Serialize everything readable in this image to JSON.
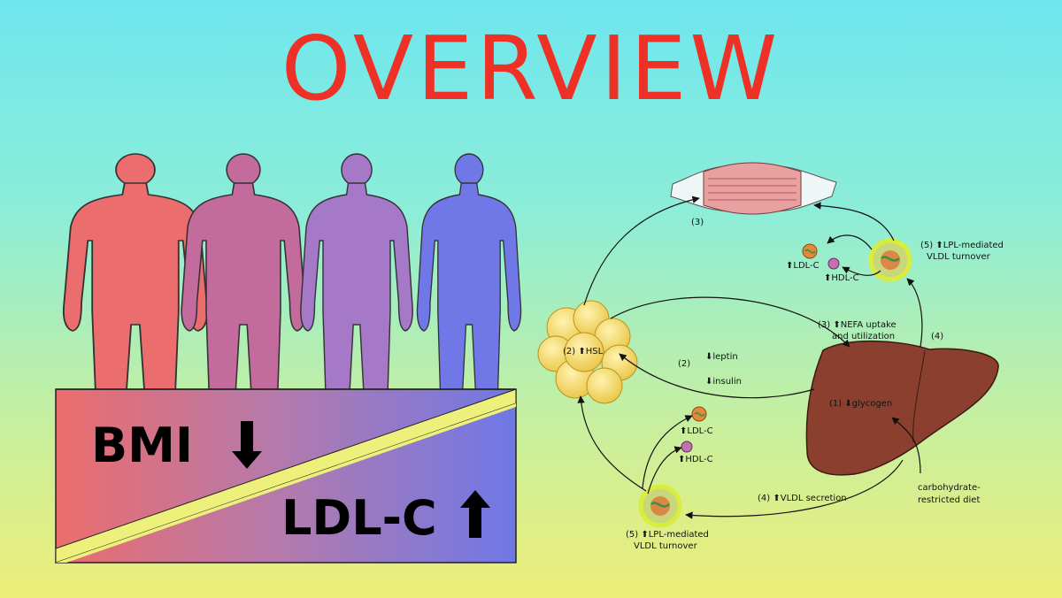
{
  "title": "OVERVIEW",
  "comparison": {
    "bmi_label": "BMI",
    "bmi_trend": "down",
    "ldl_label": "LDL-C",
    "ldl_trend": "up"
  },
  "silhouettes": [
    {
      "color": "#ec6d6d"
    },
    {
      "color": "#c46b9e"
    },
    {
      "color": "#a679c8"
    },
    {
      "color": "#6f78e6"
    }
  ],
  "diagram": {
    "muscle_label": "(3)",
    "hsl_label": "(2) ⬆HSL",
    "leptin_label": "⬇leptin",
    "insulin_label": "⬇insulin",
    "step2_label": "(2)",
    "nefa_label_1": "(3) ⬆NEFA uptake",
    "nefa_label_2": "and utilization",
    "step4_label": "(4)",
    "glycogen_label": "(1) ⬇glycogen",
    "vldl_secretion_label": "(4) ⬆VLDL secretion",
    "diet_label_1": "carbohydrate-",
    "diet_label_2": "restricted diet",
    "turnover_top_1": "(5) ⬆LPL-mediated",
    "turnover_top_2": "VLDL turnover",
    "turnover_bottom_1": "(5) ⬆LPL-mediated",
    "turnover_bottom_2": "VLDL turnover",
    "ldl_top": "⬆LDL-C",
    "hdl_top": "⬆HDL-C",
    "ldl_bottom": "⬆LDL-C",
    "hdl_bottom": "⬆HDL-C"
  },
  "colors": {
    "title": "#ee3126",
    "liver": "#8b3f2f",
    "fat": "#f3d25a",
    "muscle": "#e9a0a0",
    "vldl_ring": "#d9ee3c"
  }
}
